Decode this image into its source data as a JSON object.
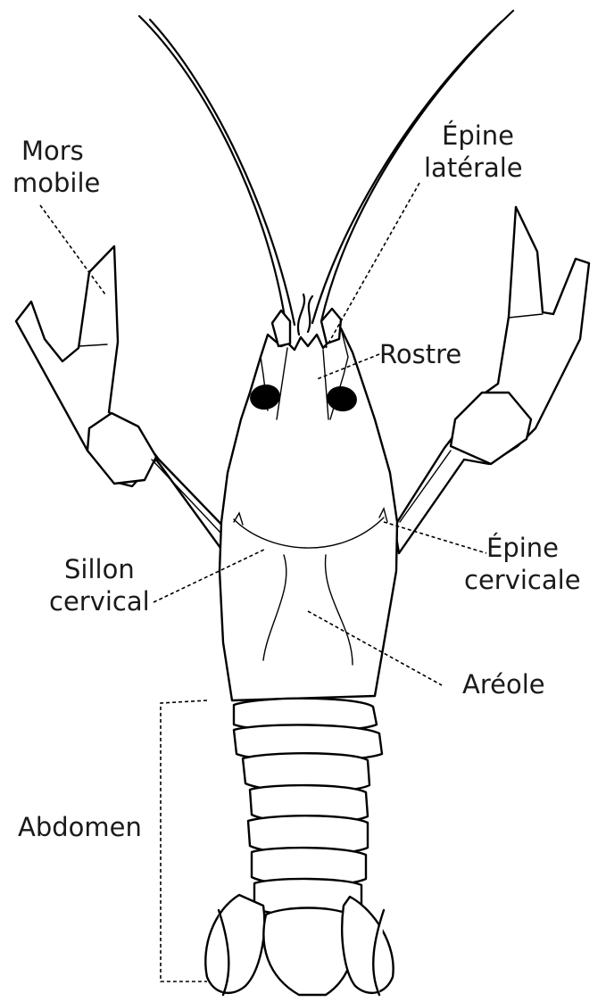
{
  "labels": {
    "mors_mobile_line1": "Mors",
    "mors_mobile_line2": "mobile",
    "epine_laterale_line1": "Épine",
    "epine_laterale_line2": "latérale",
    "rostre": "Rostre",
    "epine_cervicale_line1": "Épine",
    "epine_cervicale_line2": "cervicale",
    "sillon_cervical_line1": "Sillon",
    "sillon_cervical_line2": "cervical",
    "areole": "Aréole",
    "abdomen": "Abdomen"
  },
  "colors": {
    "line": "#000000",
    "text": "#1a1a1a",
    "background": "#ffffff"
  }
}
